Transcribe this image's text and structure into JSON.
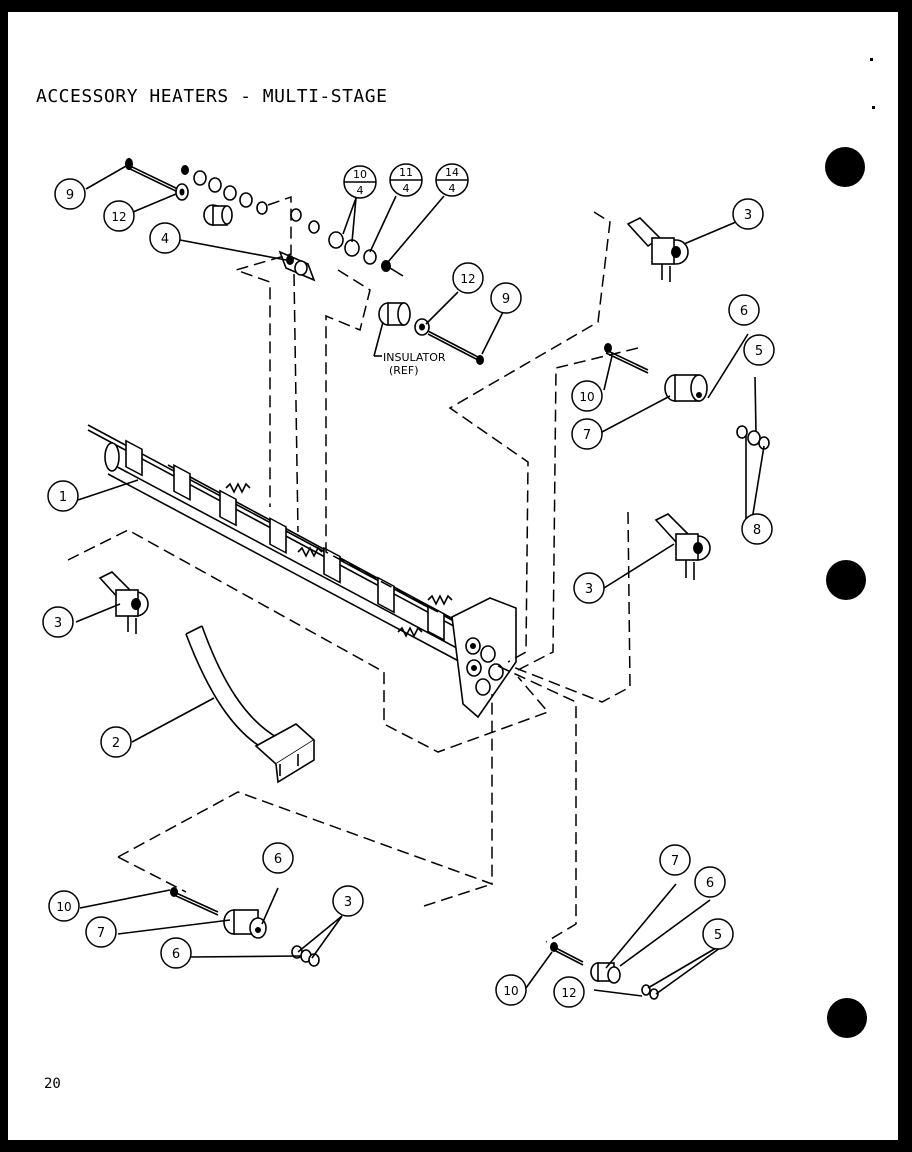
{
  "title": "ACCESSORY HEATERS - MULTI-STAGE",
  "page_number": "20",
  "insulator_label": {
    "line1": "INSULATOR",
    "line2": "(REF)"
  },
  "callouts": [
    {
      "label": "9"
    },
    {
      "label": "12"
    },
    {
      "label": "4"
    },
    {
      "label": "10",
      "sub": "4"
    },
    {
      "label": "11",
      "sub": "4"
    },
    {
      "label": "14",
      "sub": "4"
    },
    {
      "label": "12"
    },
    {
      "label": "9"
    },
    {
      "label": "3"
    },
    {
      "label": "6"
    },
    {
      "label": "5"
    },
    {
      "label": "10"
    },
    {
      "label": "7"
    },
    {
      "label": "8"
    },
    {
      "label": "1"
    },
    {
      "label": "3"
    },
    {
      "label": "3"
    },
    {
      "label": "2"
    },
    {
      "label": "6"
    },
    {
      "label": "10"
    },
    {
      "label": "7"
    },
    {
      "label": "3"
    },
    {
      "label": "6"
    },
    {
      "label": "7"
    },
    {
      "label": "6"
    },
    {
      "label": "5"
    },
    {
      "label": "10"
    },
    {
      "label": "12"
    }
  ]
}
